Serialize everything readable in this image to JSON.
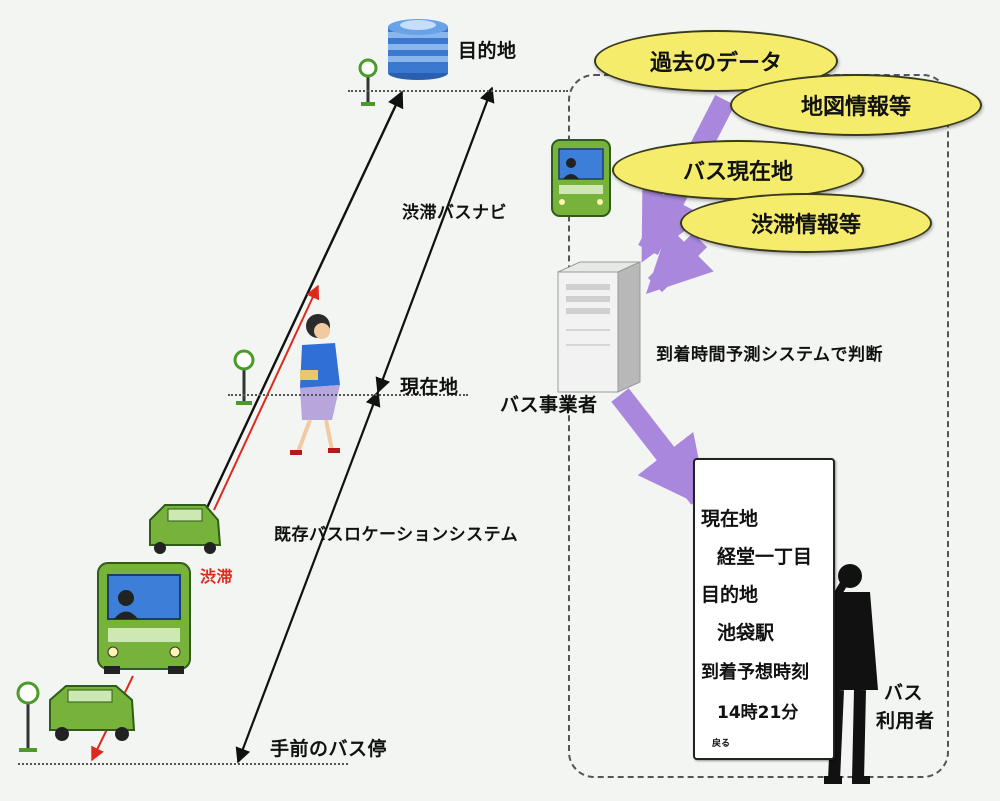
{
  "labels": {
    "destination": "目的地",
    "navi": "渋滞バスナビ",
    "current": "現在地",
    "existing": "既存バスロケーションシステム",
    "jam": "渋滞",
    "prev_stop": "手前のバス停",
    "operator": "バス事業者",
    "predict": "到着時間予測システムで判断",
    "user_line1": "バス",
    "user_line2": "利用者"
  },
  "ellipses": {
    "past_data": "過去のデータ",
    "map_info": "地図情報等",
    "bus_location": "バス現在地",
    "traffic_info": "渋滞情報等"
  },
  "phone": {
    "current_label": "現在地",
    "current_value": "経堂一丁目",
    "dest_label": "目的地",
    "dest_value": "池袋駅",
    "eta_label": "到着予想時刻",
    "eta_value": "14時21分",
    "back_label": "戻る"
  },
  "colors": {
    "arrow_purple": "#a987dd",
    "ellipse_yellow": "#f4ec6a",
    "bus_green": "#77b33b",
    "jam_red": "#dd2a1c"
  }
}
